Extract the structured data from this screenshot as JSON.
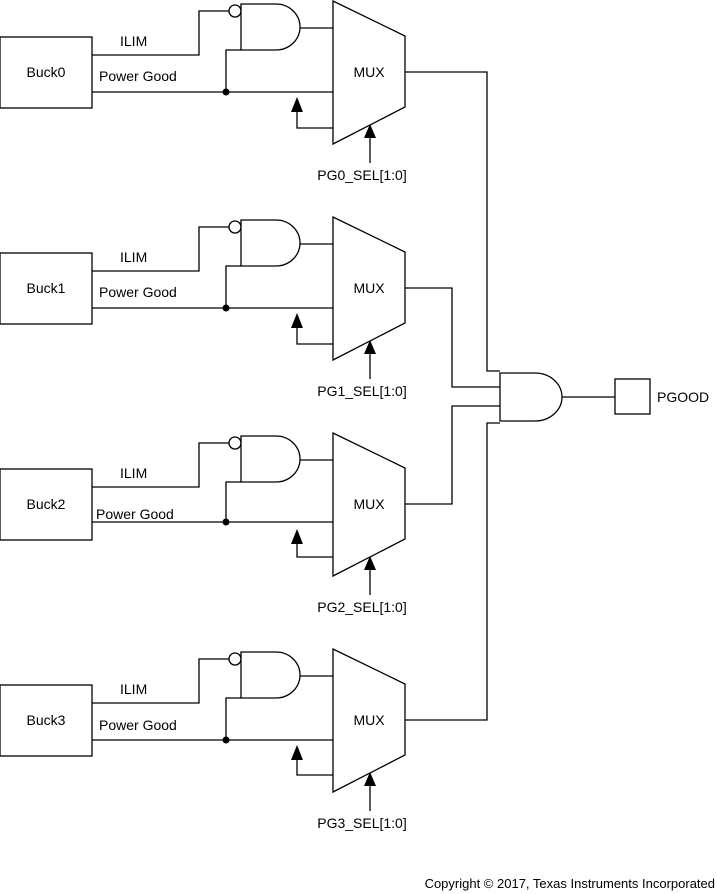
{
  "channels": [
    {
      "buck": "Buck0",
      "ilim": "ILIM",
      "power_good": "Power Good",
      "mux": "MUX",
      "sel": "PG0_SEL[1:0]"
    },
    {
      "buck": "Buck1",
      "ilim": "ILIM",
      "power_good": "Power Good",
      "mux": "MUX",
      "sel": "PG1_SEL[1:0]"
    },
    {
      "buck": "Buck2",
      "ilim": "ILIM",
      "power_good": "Power Good",
      "mux": "MUX",
      "sel": "PG2_SEL[1:0]"
    },
    {
      "buck": "Buck3",
      "ilim": "ILIM",
      "power_good": "Power Good",
      "mux": "MUX",
      "sel": "PG3_SEL[1:0]"
    }
  ],
  "output": {
    "label": "PGOOD"
  },
  "footer": {
    "copyright": "Copyright © 2017, Texas Instruments Incorporated"
  }
}
